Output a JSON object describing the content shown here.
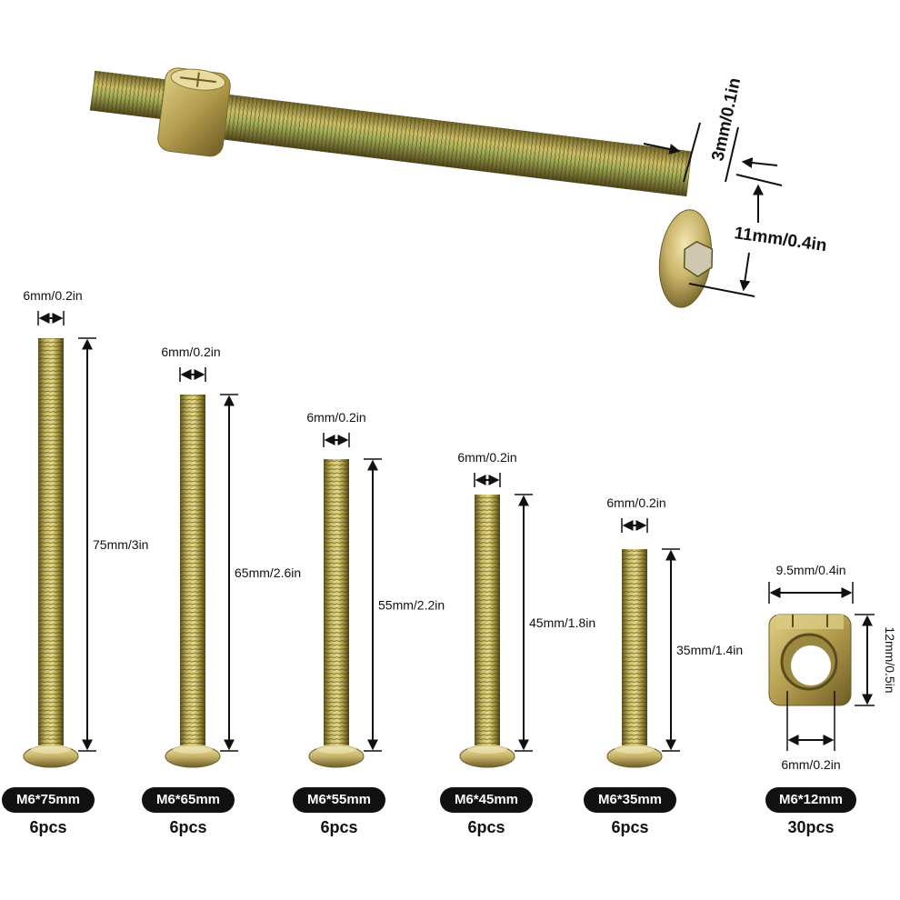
{
  "top_dims": {
    "head_height": "3mm/0.1in",
    "head_diameter": "11mm/0.4in"
  },
  "bolts": [
    {
      "width_label": "6mm/0.2in",
      "length_label": "75mm/3in",
      "model": "M6*75mm",
      "qty": "6pcs"
    },
    {
      "width_label": "6mm/0.2in",
      "length_label": "65mm/2.6in",
      "model": "M6*65mm",
      "qty": "6pcs"
    },
    {
      "width_label": "6mm/0.2in",
      "length_label": "55mm/2.2in",
      "model": "M6*55mm",
      "qty": "6pcs"
    },
    {
      "width_label": "6mm/0.2in",
      "length_label": "45mm/1.8in",
      "model": "M6*45mm",
      "qty": "6pcs"
    },
    {
      "width_label": "6mm/0.2in",
      "length_label": "35mm/1.4in",
      "model": "M6*35mm",
      "qty": "6pcs"
    }
  ],
  "barrel_nut": {
    "width_label": "9.5mm/0.4in",
    "height_label": "12mm/0.5in",
    "hole_label": "6mm/0.2in",
    "model": "M6*12mm",
    "qty": "30pcs"
  },
  "colors": {
    "metal_light": "#d7c56a",
    "metal_mid": "#a99a3c",
    "metal_dark": "#6b5e22",
    "label_bg": "#111111"
  }
}
